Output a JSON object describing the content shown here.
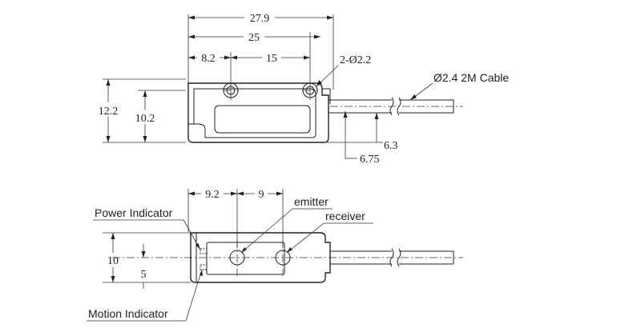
{
  "top_view": {
    "dims": {
      "overall_width": "27.9",
      "hole_spacing_outer": "25",
      "edge_to_hole": "8.2",
      "hole_to_hole": "15",
      "holes": "2-Ø2.2",
      "height_outer": "12.2",
      "height_inner": "10.2",
      "cable_offset_a": "6.3",
      "cable_offset_b": "6.75"
    },
    "cable_label": "Ø2.4 2M Cable"
  },
  "side_view": {
    "dims": {
      "edge_to_emitter": "9.2",
      "emitter_to_receiver": "9",
      "height": "10",
      "half_height": "5"
    },
    "labels": {
      "power_indicator": "Power Indicator",
      "motion_indicator": "Motion Indicator",
      "emitter": "emitter",
      "receiver": "receiver"
    }
  }
}
